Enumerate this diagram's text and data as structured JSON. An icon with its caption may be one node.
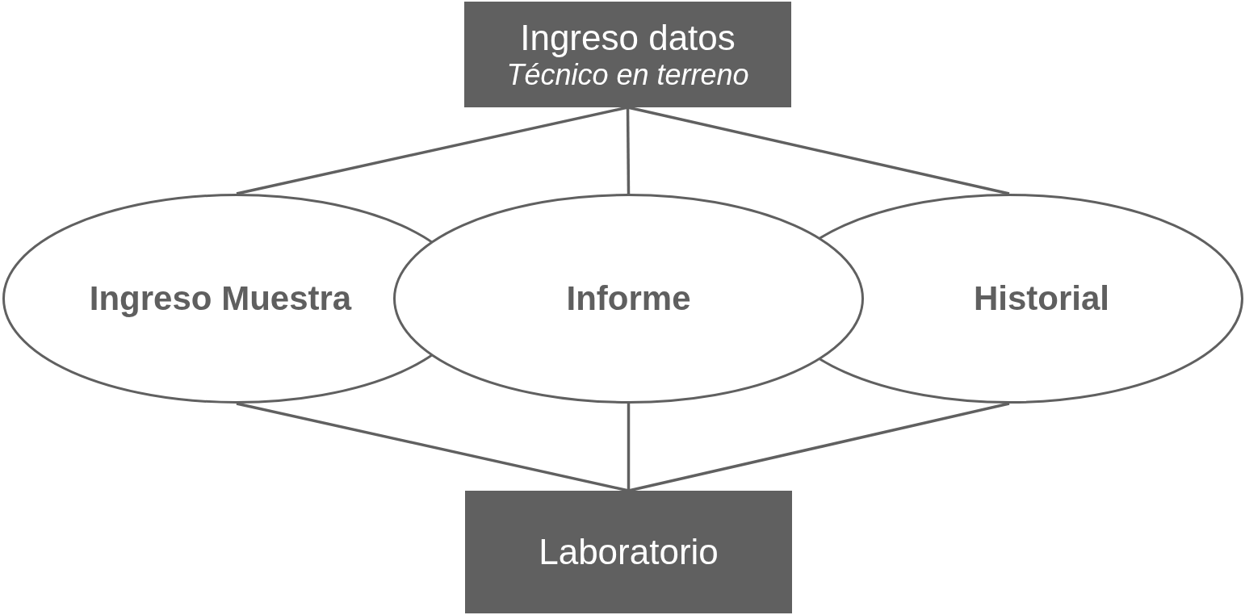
{
  "diagram": {
    "nodes": [
      {
        "text": [
          "Ingreso datos",
          "Técnico en terreno"
        ]
      },
      {
        "text": [
          "Ingreso Muestra"
        ]
      },
      {
        "text": [
          "Informe"
        ]
      },
      {
        "text": [
          "Historial"
        ]
      },
      {
        "text": [
          "Laboratorio"
        ]
      }
    ],
    "edges": [
      {
        "from": 0,
        "to": 1,
        "arrow": "none"
      },
      {
        "from": 0,
        "to": 2,
        "arrow": "none"
      },
      {
        "from": 0,
        "to": 3,
        "arrow": "none"
      },
      {
        "from": 1,
        "to": 4,
        "arrow": "none"
      },
      {
        "from": 2,
        "to": 4,
        "arrow": "none"
      },
      {
        "from": 3,
        "to": 4,
        "arrow": "none"
      }
    ]
  }
}
